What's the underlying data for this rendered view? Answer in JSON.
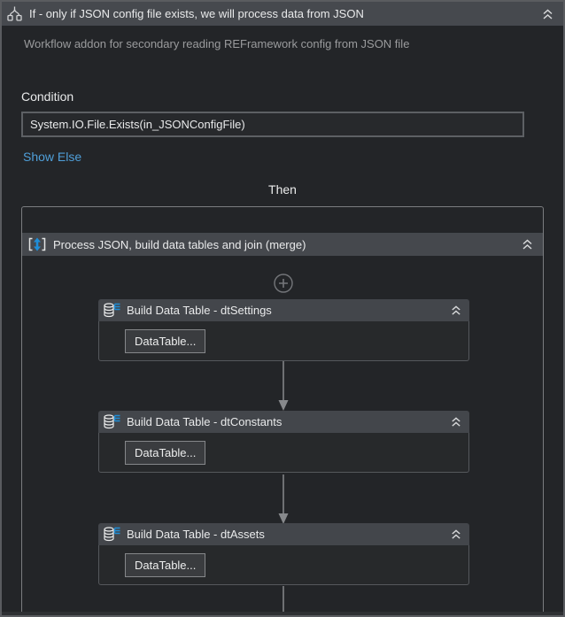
{
  "window": {
    "title": "If - only if JSON config file exists, we will process data from JSON"
  },
  "annotation": "Workflow addon for secondary reading REFramework config from JSON file",
  "condition": {
    "label": "Condition",
    "expression": "System.IO.File.Exists(in_JSONConfigFile)"
  },
  "links": {
    "show_else": "Show Else"
  },
  "then": {
    "label": "Then",
    "sequence": {
      "title": "Process JSON, build data tables and join (merge)",
      "activities": [
        {
          "title": "Build Data Table - dtSettings",
          "button": "DataTable..."
        },
        {
          "title": "Build Data Table - dtConstants",
          "button": "DataTable..."
        },
        {
          "title": "Build Data Table - dtAssets",
          "button": "DataTable..."
        }
      ]
    }
  },
  "icons": {
    "if_activity": "branch-fork-icon",
    "collapse": "chevron-double-up-icon",
    "sequence": "brackets-double-arrow-icon",
    "build_data_table": "database-table-icon",
    "add_activity": "plus-circle-icon",
    "connector": "arrow-down-connector"
  },
  "colors": {
    "background": "#232528",
    "header_bar": "#45484d",
    "activity_body": "#27292b",
    "link_blue": "#4f9fd9",
    "icon_blue": "#1e8ed8",
    "text": "#e9eaeb",
    "muted_text": "#9a9b9d",
    "container_border": "#7b7d80",
    "connector_gray": "#87898c"
  }
}
